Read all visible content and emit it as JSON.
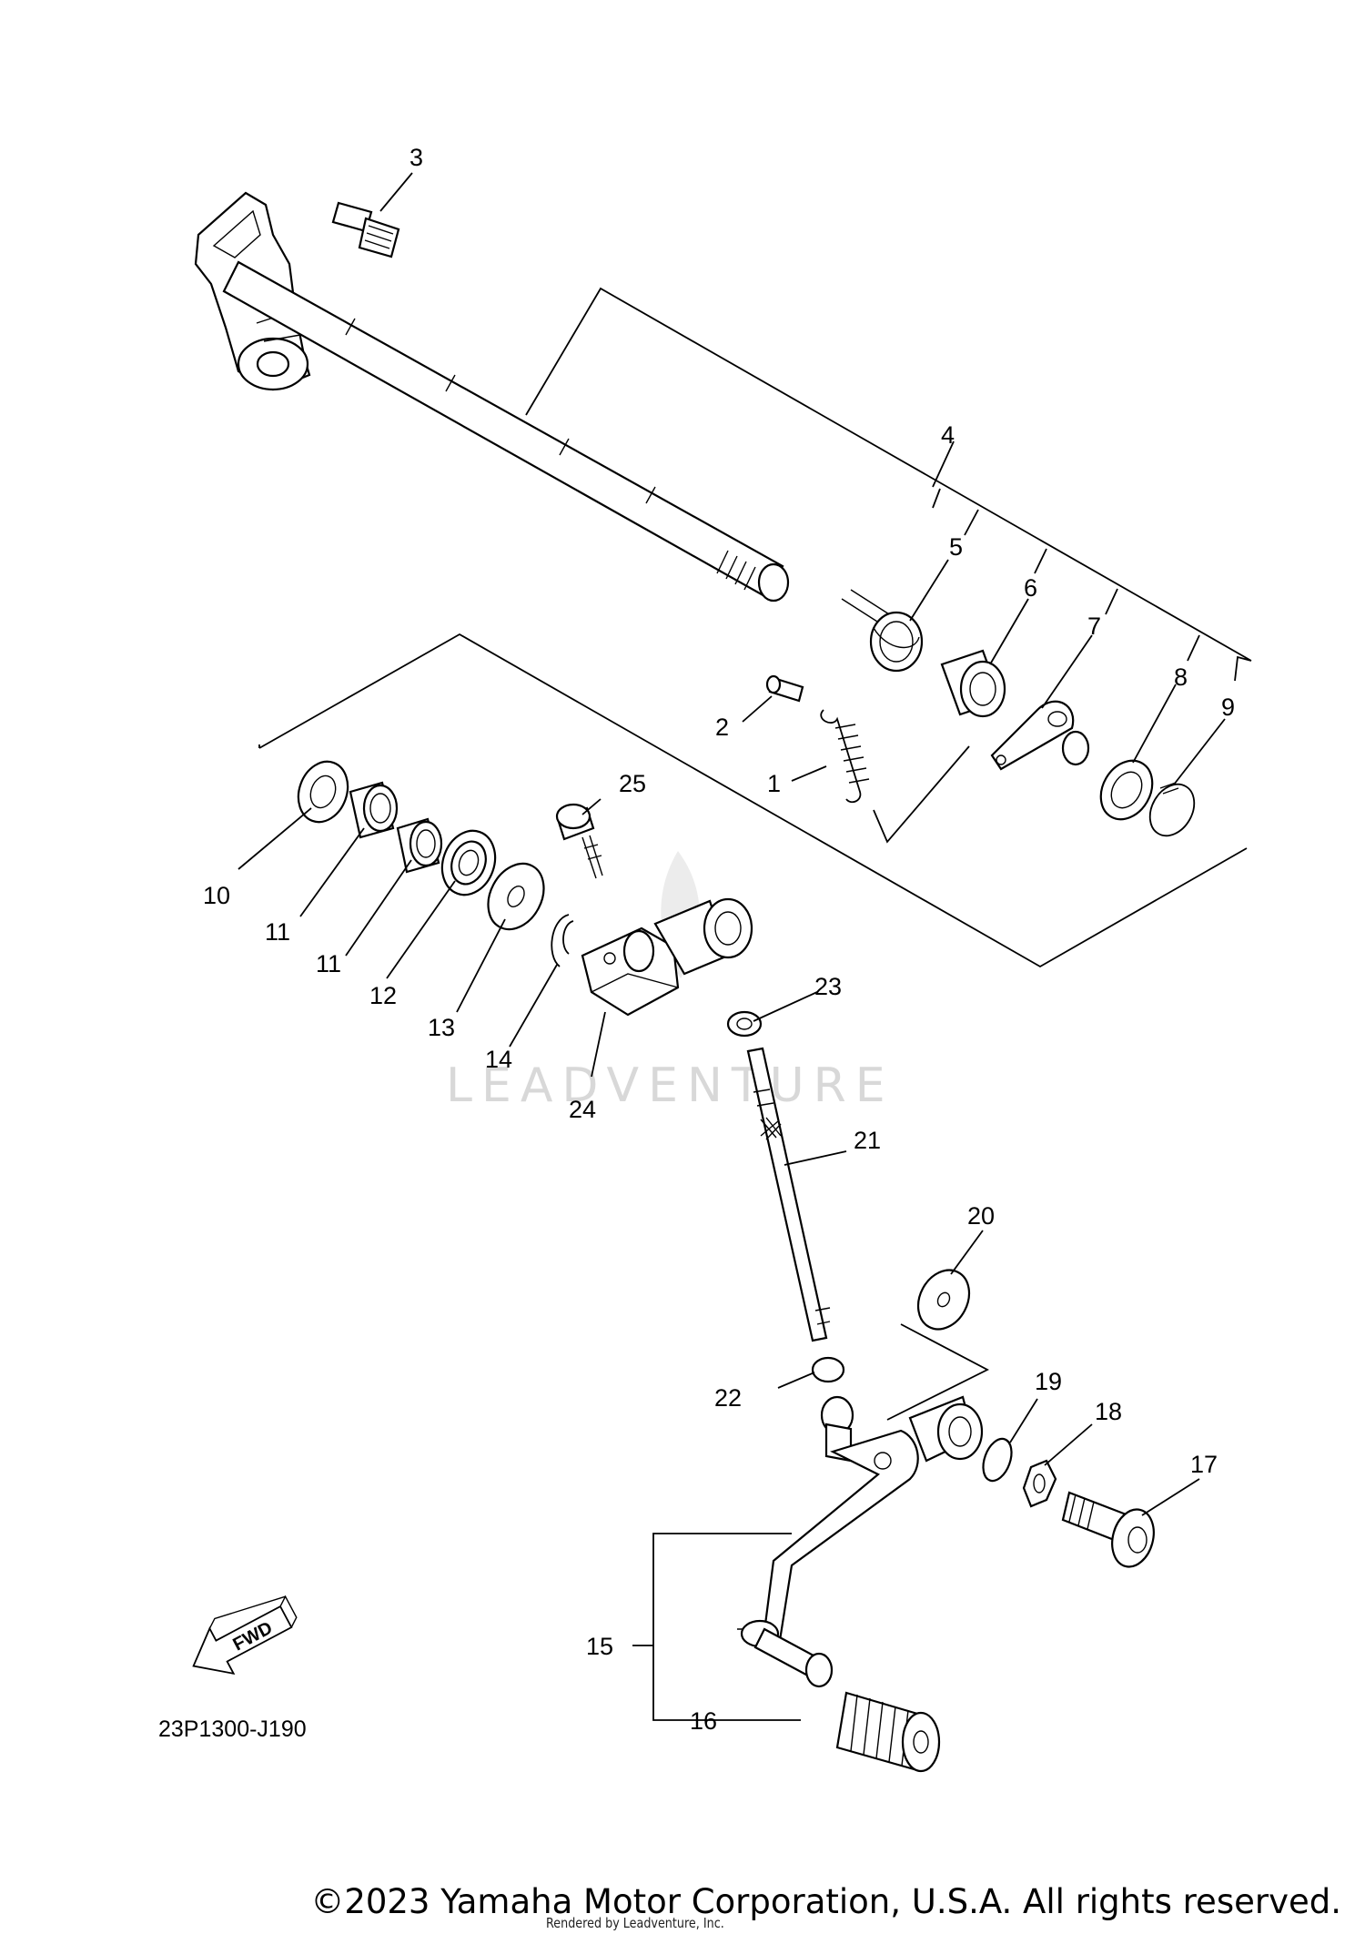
{
  "diagram_code": "23P1300-J190",
  "fwd_label": "FWD",
  "watermark": "LEADVENTURE",
  "copyright": "©2023 Yamaha Motor Corporation, U.S.A. All rights reserved.",
  "rendered_by": "Rendered by Leadventure, Inc.",
  "callouts": [
    {
      "id": "1",
      "label": "1"
    },
    {
      "id": "2",
      "label": "2"
    },
    {
      "id": "3",
      "label": "3"
    },
    {
      "id": "4",
      "label": "4"
    },
    {
      "id": "5",
      "label": "5"
    },
    {
      "id": "6",
      "label": "6"
    },
    {
      "id": "7",
      "label": "7"
    },
    {
      "id": "8",
      "label": "8"
    },
    {
      "id": "9",
      "label": "9"
    },
    {
      "id": "10",
      "label": "10"
    },
    {
      "id": "11a",
      "label": "11"
    },
    {
      "id": "11b",
      "label": "11"
    },
    {
      "id": "12",
      "label": "12"
    },
    {
      "id": "13",
      "label": "13"
    },
    {
      "id": "14",
      "label": "14"
    },
    {
      "id": "15",
      "label": "15"
    },
    {
      "id": "16",
      "label": "16"
    },
    {
      "id": "17",
      "label": "17"
    },
    {
      "id": "18",
      "label": "18"
    },
    {
      "id": "19",
      "label": "19"
    },
    {
      "id": "20",
      "label": "20"
    },
    {
      "id": "21",
      "label": "21"
    },
    {
      "id": "22",
      "label": "22"
    },
    {
      "id": "23",
      "label": "23"
    },
    {
      "id": "24",
      "label": "24"
    },
    {
      "id": "25",
      "label": "25"
    }
  ]
}
